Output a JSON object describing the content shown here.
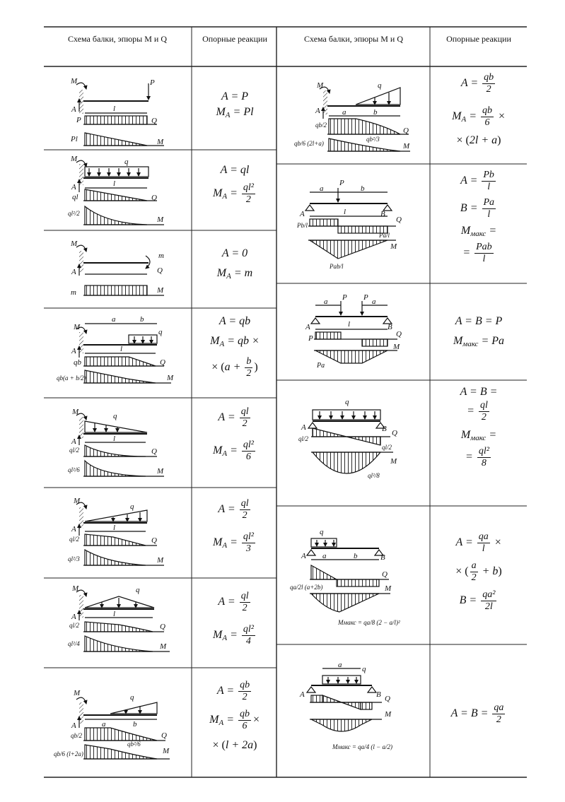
{
  "headers": {
    "scheme": "Схема балки, эпюры M и Q",
    "reactions": "Опорные реакции"
  },
  "left_rows": [
    {
      "lines": [
        "A = P",
        "M_A = Pl"
      ]
    },
    {
      "lines": [
        "A = ql",
        "M_A = ql²/2"
      ]
    },
    {
      "lines": [
        "A = 0",
        "M_A = m"
      ]
    },
    {
      "lines": [
        "A = qb",
        "M_A = qb ×",
        "× (a + b/2)"
      ]
    },
    {
      "lines": [
        "A = ql/2",
        "M_A = ql²/6"
      ]
    },
    {
      "lines": [
        "A = ql/2",
        "M_A = ql²/3"
      ]
    },
    {
      "lines": [
        "A = ql/2",
        "M_A = ql²/4"
      ]
    },
    {
      "lines": [
        "A = qb/2",
        "M_A = qb/6 ×",
        "× (l + 2a)"
      ]
    }
  ],
  "right_rows": [
    {
      "lines": [
        "A = qb/2",
        "M_A = qb/6 ×",
        "× (2l + a)"
      ]
    },
    {
      "lines": [
        "A = Pb/l",
        "B = Pa/l",
        "M_макс =",
        "= Pab/l"
      ]
    },
    {
      "lines": [
        "A = B = P",
        "M_макс = Pa"
      ]
    },
    {
      "lines": [
        "A = B =",
        "= ql/2",
        "M_макс =",
        "= ql²/8"
      ]
    },
    {
      "lines": [
        "A = qa/l ×",
        "× (a/2 + b)",
        "B = qa²/2l"
      ]
    },
    {
      "lines": [
        "A = B = qa/2"
      ]
    }
  ],
  "labels": {
    "MA": "M",
    "MA_sub": "A",
    "A": "A",
    "B": "B",
    "P": "P",
    "q": "q",
    "m": "m",
    "l": "l",
    "a": "a",
    "b": "b",
    "Q": "Q",
    "M": "M",
    "Pl": "Pl",
    "ql": "ql",
    "ql2_2": "ql²/2",
    "qb": "qb",
    "qb_a_b2": "qb(a + b/2)",
    "ql_2": "ql/2",
    "ql2_6": "ql²/6",
    "ql2_3": "ql²/3",
    "ql2_4": "ql²/4",
    "qb_2": "qb/2",
    "qb_6_l2a": "qb/6 (l+2a)",
    "qb2_6": "qb²/6",
    "qb_6_2la": "qb/6 (2l+a)",
    "qb2_3": "qb²/3",
    "pb_l": "Pb/l",
    "pa_l": "Pa/l",
    "pab_l": "Pab/l",
    "pa": "Pa",
    "ql2_8": "ql²/8",
    "qa_2l": "qa/2l (a+2b)",
    "mmax_qa8": "Mмакс = qa/8 (2 − a/l)²",
    "mmax_qa4": "Mмакс = qa/4 (l − a/2)"
  }
}
